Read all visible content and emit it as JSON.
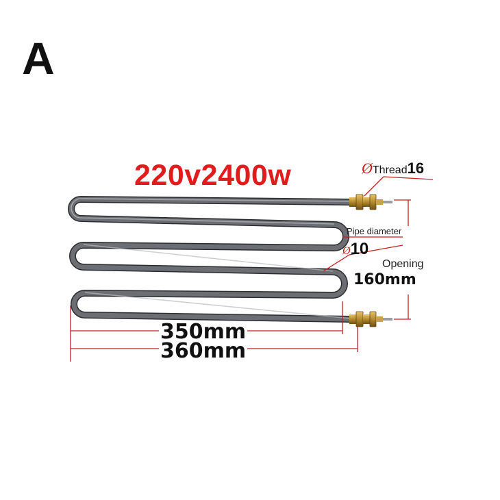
{
  "panel_letter": "A",
  "spec": "220v2400w",
  "thread": {
    "symbol": "Ø",
    "label": "Thread",
    "value": "16"
  },
  "pipe": {
    "label": "Pipe diameter",
    "symbol": "Ø",
    "value": "10"
  },
  "opening": {
    "label": "Opening",
    "value": "160mm"
  },
  "lengths": {
    "inner": "350mm",
    "outer": "360mm"
  },
  "colors": {
    "accent": "#e21c1c",
    "dimension_line": "#c41e1e",
    "tube": "#5a5c60",
    "fitting": "#b58a2e"
  }
}
